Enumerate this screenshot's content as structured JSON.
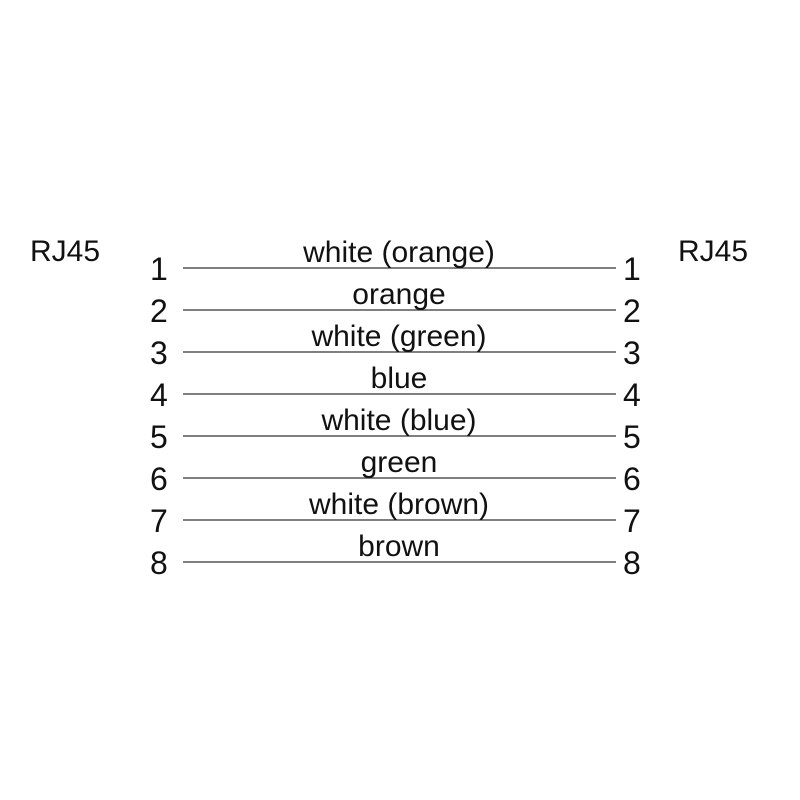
{
  "left_connector": "RJ45",
  "right_connector": "RJ45",
  "wires": [
    {
      "pin_left": "1",
      "pin_right": "1",
      "label": "white (orange)"
    },
    {
      "pin_left": "2",
      "pin_right": "2",
      "label": "orange"
    },
    {
      "pin_left": "3",
      "pin_right": "3",
      "label": "white (green)"
    },
    {
      "pin_left": "4",
      "pin_right": "4",
      "label": "blue"
    },
    {
      "pin_left": "5",
      "pin_right": "5",
      "label": "white (blue)"
    },
    {
      "pin_left": "6",
      "pin_right": "6",
      "label": "green"
    },
    {
      "pin_left": "7",
      "pin_right": "7",
      "label": "white (brown)"
    },
    {
      "pin_left": "8",
      "pin_right": "8",
      "label": "brown"
    }
  ]
}
